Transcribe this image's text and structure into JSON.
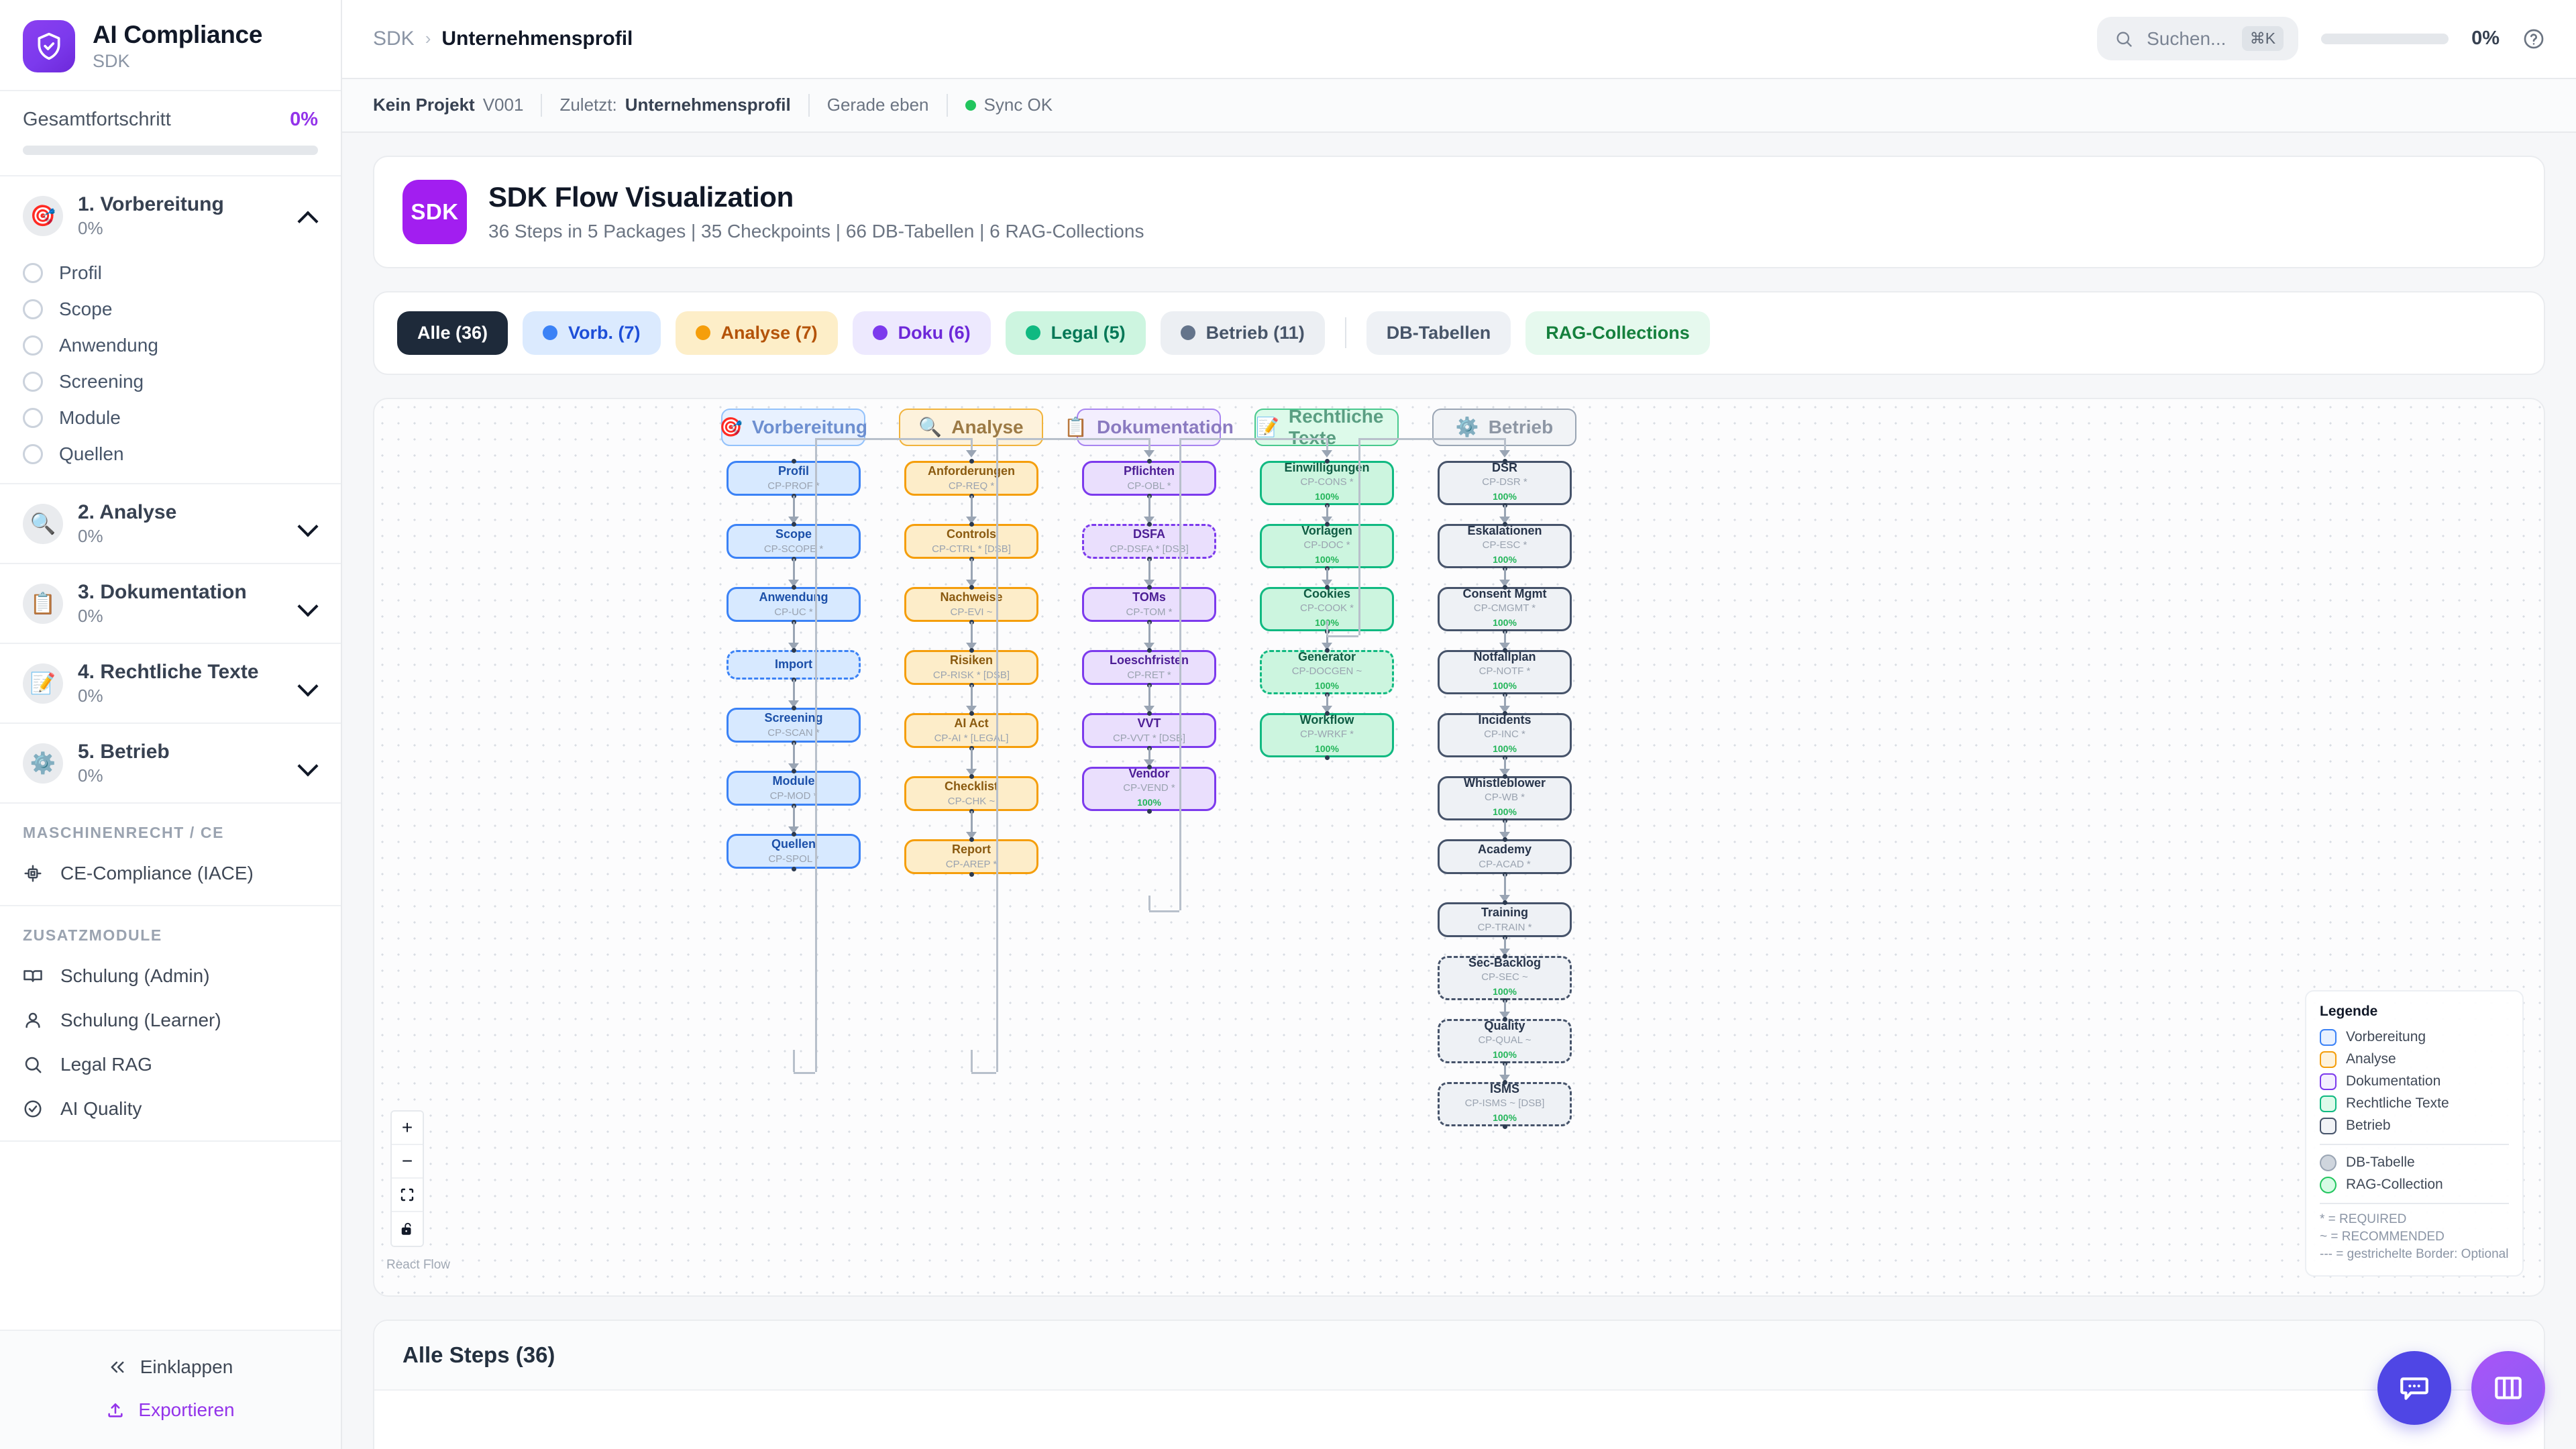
{
  "brand": {
    "name": "AI Compliance",
    "subtitle": "SDK",
    "logo_icon": "shield-check-icon",
    "accent": "#9333ea"
  },
  "sidebar": {
    "progress": {
      "label": "Gesamtfortschritt",
      "value": "0%",
      "percent": 0
    },
    "phases": [
      {
        "emoji": "🎯",
        "title": "1. Vorbereitung",
        "pct": "0%",
        "expanded": true,
        "steps": [
          {
            "label": "Profil"
          },
          {
            "label": "Scope"
          },
          {
            "label": "Anwendung"
          },
          {
            "label": "Screening"
          },
          {
            "label": "Module"
          },
          {
            "label": "Quellen"
          }
        ]
      },
      {
        "emoji": "🔍",
        "title": "2. Analyse",
        "pct": "0%",
        "expanded": false,
        "steps": []
      },
      {
        "emoji": "📋",
        "title": "3. Dokumentation",
        "pct": "0%",
        "expanded": false,
        "steps": []
      },
      {
        "emoji": "📝",
        "title": "4. Rechtliche Texte",
        "pct": "0%",
        "expanded": false,
        "steps": []
      },
      {
        "emoji": "⚙️",
        "title": "5. Betrieb",
        "pct": "0%",
        "expanded": false,
        "steps": []
      }
    ],
    "section_machine": {
      "title": "MASCHINENRECHT / CE",
      "items": [
        {
          "icon": "chip-icon",
          "label": "CE-Compliance (IACE)"
        }
      ]
    },
    "section_extra": {
      "title": "ZUSATZMODULE",
      "items": [
        {
          "icon": "book-icon",
          "label": "Schulung (Admin)"
        },
        {
          "icon": "user-icon",
          "label": "Schulung (Learner)"
        },
        {
          "icon": "search-icon",
          "label": "Legal RAG"
        },
        {
          "icon": "check-circle-icon",
          "label": "AI Quality"
        }
      ]
    },
    "footer": {
      "collapse_label": "Einklappen",
      "collapse_icon": "chevrons-left-icon",
      "export_label": "Exportieren",
      "export_icon": "upload-icon"
    }
  },
  "topbar": {
    "breadcrumb_root": "SDK",
    "breadcrumb_sep": "›",
    "breadcrumb_current": "Unternehmensprofil",
    "search": {
      "placeholder": "Suchen...",
      "value": "",
      "icon": "search-icon",
      "shortcut": "⌘K"
    },
    "progress_value": "0%",
    "help_icon": "question-circle-icon"
  },
  "metabar": {
    "project": "Kein Projekt",
    "version": "V001",
    "last_label": "Zuletzt:",
    "last_value": "Unternehmensprofil",
    "time": "Gerade eben",
    "sync_status": "Sync OK",
    "sync_color": "#22c55e"
  },
  "hero": {
    "badge": "SDK",
    "title": "SDK Flow Visualization",
    "subtitle": "36 Steps in 5 Packages | 35 Checkpoints | 66 DB-Tabellen | 6 RAG-Collections"
  },
  "filters": [
    {
      "label": "Alle (36)",
      "style": "chip-active",
      "dot": null
    },
    {
      "label": "Vorb. (7)",
      "style": "chip-vorb",
      "dot": "#3b82f6"
    },
    {
      "label": "Analyse (7)",
      "style": "chip-ana",
      "dot": "#f59e0b"
    },
    {
      "label": "Doku (6)",
      "style": "chip-doku",
      "dot": "#7c3aed"
    },
    {
      "label": "Legal (5)",
      "style": "chip-legal",
      "dot": "#10b981"
    },
    {
      "label": "Betrieb (11)",
      "style": "chip-betr",
      "dot": "#64748b"
    },
    {
      "label": "DB-Tabellen",
      "style": "chip-plain",
      "dot": null
    },
    {
      "label": "RAG-Collections",
      "style": "chip-rag",
      "dot": null
    }
  ],
  "flow": {
    "columns": [
      {
        "emoji": "🎯",
        "label": "Vorbereitung",
        "style": "ch-vorb"
      },
      {
        "emoji": "🔍",
        "label": "Analyse",
        "style": "ch-ana"
      },
      {
        "emoji": "📋",
        "label": "Dokumentation",
        "style": "ch-doku"
      },
      {
        "emoji": "📝",
        "label": "Rechtliche Texte",
        "style": "ch-legal"
      },
      {
        "emoji": "⚙️",
        "label": "Betrieb",
        "style": "ch-betr"
      }
    ],
    "nodes": {
      "vorbereitung": [
        {
          "title": "Profil",
          "code": "CP-PROF *",
          "dashed": false,
          "pct": null
        },
        {
          "title": "Scope",
          "code": "CP-SCOPE *",
          "dashed": false,
          "pct": null
        },
        {
          "title": "Anwendung",
          "code": "CP-UC *",
          "dashed": false,
          "pct": null
        },
        {
          "title": "Import",
          "code": "",
          "dashed": true,
          "pct": null
        },
        {
          "title": "Screening",
          "code": "CP-SCAN *",
          "dashed": false,
          "pct": null
        },
        {
          "title": "Module",
          "code": "CP-MOD *",
          "dashed": false,
          "pct": null
        },
        {
          "title": "Quellen",
          "code": "CP-SPOL *",
          "dashed": false,
          "pct": null
        }
      ],
      "analyse": [
        {
          "title": "Anforderungen",
          "code": "CP-REQ *",
          "dashed": false,
          "pct": null
        },
        {
          "title": "Controls",
          "code": "CP-CTRL * [DSB]",
          "dashed": false,
          "pct": null
        },
        {
          "title": "Nachweise",
          "code": "CP-EVI ~",
          "dashed": false,
          "pct": null
        },
        {
          "title": "Risiken",
          "code": "CP-RISK * [DSB]",
          "dashed": false,
          "pct": null
        },
        {
          "title": "AI Act",
          "code": "CP-AI * [LEGAL]",
          "dashed": false,
          "pct": null
        },
        {
          "title": "Checklist",
          "code": "CP-CHK ~",
          "dashed": false,
          "pct": null
        },
        {
          "title": "Report",
          "code": "CP-AREP *",
          "dashed": false,
          "pct": null
        }
      ],
      "dokumentation": [
        {
          "title": "Pflichten",
          "code": "CP-OBL *",
          "dashed": false,
          "pct": null
        },
        {
          "title": "DSFA",
          "code": "CP-DSFA * [DSB]",
          "dashed": true,
          "pct": null
        },
        {
          "title": "TOMs",
          "code": "CP-TOM *",
          "dashed": false,
          "pct": null
        },
        {
          "title": "Loeschfristen",
          "code": "CP-RET *",
          "dashed": false,
          "pct": null
        },
        {
          "title": "VVT",
          "code": "CP-VVT * [DSB]",
          "dashed": false,
          "pct": null
        },
        {
          "title": "Vendor",
          "code": "CP-VEND *",
          "dashed": false,
          "pct": "100%"
        }
      ],
      "rechtliche_texte": [
        {
          "title": "Einwilligungen",
          "code": "CP-CONS *",
          "dashed": false,
          "pct": "100%"
        },
        {
          "title": "Vorlagen",
          "code": "CP-DOC *",
          "dashed": false,
          "pct": "100%"
        },
        {
          "title": "Cookies",
          "code": "CP-COOK *",
          "dashed": false,
          "pct": "100%"
        },
        {
          "title": "Generator",
          "code": "CP-DOCGEN ~",
          "dashed": true,
          "pct": "100%"
        },
        {
          "title": "Workflow",
          "code": "CP-WRKF *",
          "dashed": false,
          "pct": "100%"
        }
      ],
      "betrieb": [
        {
          "title": "DSR",
          "code": "CP-DSR *",
          "dashed": false,
          "pct": "100%"
        },
        {
          "title": "Eskalationen",
          "code": "CP-ESC *",
          "dashed": false,
          "pct": "100%"
        },
        {
          "title": "Consent Mgmt",
          "code": "CP-CMGMT *",
          "dashed": false,
          "pct": "100%"
        },
        {
          "title": "Notfallplan",
          "code": "CP-NOTF *",
          "dashed": false,
          "pct": "100%"
        },
        {
          "title": "Incidents",
          "code": "CP-INC *",
          "dashed": false,
          "pct": "100%"
        },
        {
          "title": "Whistleblower",
          "code": "CP-WB *",
          "dashed": false,
          "pct": "100%"
        },
        {
          "title": "Academy",
          "code": "CP-ACAD *",
          "dashed": false,
          "pct": null
        },
        {
          "title": "Training",
          "code": "CP-TRAIN *",
          "dashed": false,
          "pct": null
        },
        {
          "title": "Sec-Backlog",
          "code": "CP-SEC ~",
          "dashed": true,
          "pct": "100%"
        },
        {
          "title": "Quality",
          "code": "CP-QUAL ~",
          "dashed": true,
          "pct": "100%"
        },
        {
          "title": "ISMS",
          "code": "CP-ISMS ~ [DSB]",
          "dashed": true,
          "pct": "100%"
        }
      ]
    },
    "controls": [
      {
        "icon": "zoom-in-icon",
        "glyph": "+"
      },
      {
        "icon": "zoom-out-icon",
        "glyph": "−"
      },
      {
        "icon": "fit-view-icon",
        "glyph": ""
      },
      {
        "icon": "unlock-icon",
        "glyph": ""
      }
    ],
    "attribution": "React Flow",
    "legend": {
      "title": "Legende",
      "packages": [
        {
          "label": "Vorbereitung",
          "fill": "#e8f1ff",
          "border": "#3b82f6"
        },
        {
          "label": "Analyse",
          "fill": "#fdf2dc",
          "border": "#f59e0b"
        },
        {
          "label": "Dokumentation",
          "fill": "#f3eefe",
          "border": "#7c3aed"
        },
        {
          "label": "Rechtliche Texte",
          "fill": "#ddfaea",
          "border": "#10b981"
        },
        {
          "label": "Betrieb",
          "fill": "#f1f3f6",
          "border": "#46536a"
        }
      ],
      "entities": [
        {
          "label": "DB-Tabelle",
          "fill": "#cfd5dd",
          "border": "#9aa5b4"
        },
        {
          "label": "RAG-Collection",
          "fill": "#d6fbe5",
          "border": "#22c55e"
        }
      ],
      "notes": [
        "* = REQUIRED",
        "~ = RECOMMENDED",
        "--- = gestrichelte Border: Optional"
      ]
    }
  },
  "bottom": {
    "title": "Alle Steps (36)"
  },
  "fabs": [
    {
      "icon": "chat-bubble-icon",
      "style": "fab-chat"
    },
    {
      "icon": "columns-panel-icon",
      "style": "fab-panel"
    }
  ]
}
